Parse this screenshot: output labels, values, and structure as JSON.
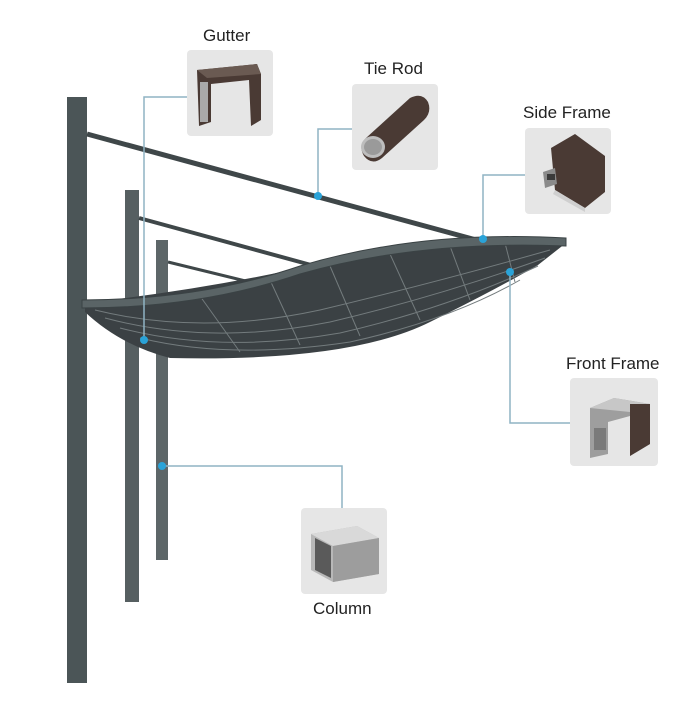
{
  "labels": {
    "gutter": "Gutter",
    "tie_rod": "Tie Rod",
    "side_frame": "Side Frame",
    "front_frame": "Front Frame",
    "column": "Column"
  },
  "icons": {
    "gutter": "gutter-profile-icon",
    "tie_rod": "tie-rod-profile-icon",
    "side_frame": "side-frame-profile-icon",
    "front_frame": "front-frame-profile-icon",
    "column": "column-profile-icon"
  },
  "colors": {
    "leader_line": "#8fb3c4",
    "leader_dot": "#2aa3d8",
    "structure": "#4b5557",
    "roof_panel": "#3b4144",
    "wood_profile": "#4a3a34",
    "thumb_bg": "#e6e6e6"
  }
}
